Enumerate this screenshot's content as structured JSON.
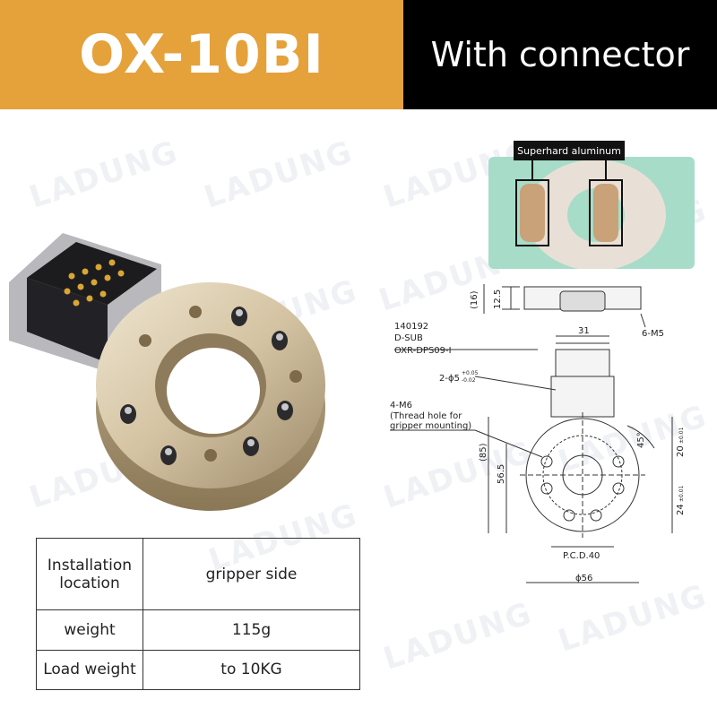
{
  "header": {
    "model": "OX-10BI",
    "variant": "With connector"
  },
  "watermark": "LADUNG",
  "inset": {
    "label": "Superhard aluminum"
  },
  "drawing": {
    "part_no": "140192",
    "connector": "D-SUB",
    "connector_model": "OXR-DPS09-I",
    "pin_callout": "2-ϕ5",
    "pin_tol_upper": "+0.05",
    "pin_tol_lower": "-0.02",
    "thread_callout": "4-M6",
    "thread_note_1": "(Thread hole for",
    "thread_note_2": "gripper mounting)",
    "side_callout": "6-M5",
    "dim_12_5": "12.5",
    "dim_16": "(16)",
    "dim_31": "31",
    "dim_85": "(85)",
    "dim_56_5": "56.5",
    "dim_45": "45°",
    "dim_20": "20",
    "dim_20_tol": "±0.01",
    "dim_24": "24",
    "dim_24_tol": "±0.01",
    "pcd": "P.C.D.40",
    "diameter": "ϕ56"
  },
  "specs": [
    {
      "label": "Installation location",
      "value": "gripper side"
    },
    {
      "label": "weight",
      "value": "115g"
    },
    {
      "label": "Load weight",
      "value": "to 10KG"
    }
  ]
}
